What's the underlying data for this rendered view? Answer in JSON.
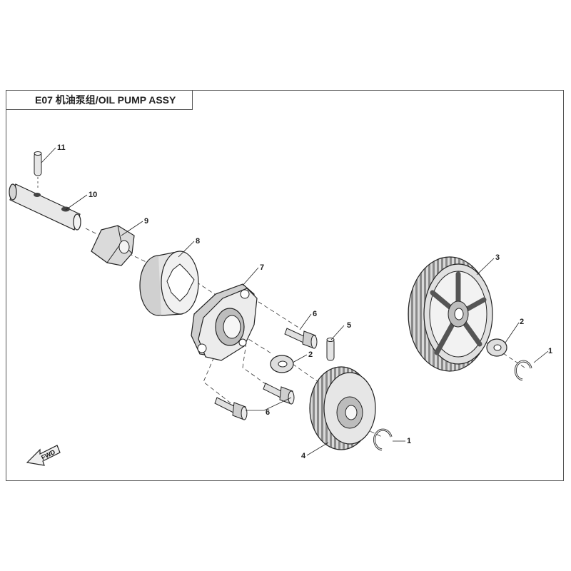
{
  "title": "E07 机油泵组/OIL PUMP ASSY",
  "direction_label": "FWD",
  "callouts": {
    "c1a": "1",
    "c1b": "1",
    "c2a": "2",
    "c2b": "2",
    "c3": "3",
    "c4": "4",
    "c5": "5",
    "c6a": "6",
    "c6b": "6",
    "c6c": "6",
    "c7": "7",
    "c8": "8",
    "c9": "9",
    "c10": "10",
    "c11": "11"
  }
}
